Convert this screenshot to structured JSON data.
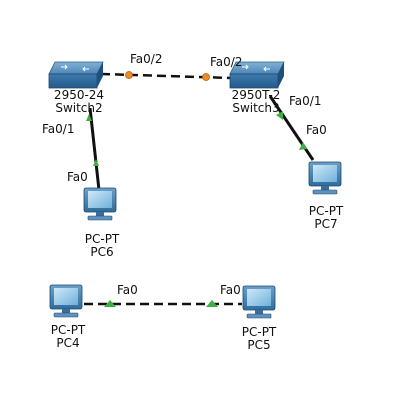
{
  "devices": {
    "switch2": {
      "model": "2950-24",
      "name": "Switch2"
    },
    "switch3": {
      "model": "2950T-2",
      "name": "Switch3"
    },
    "pc6": {
      "type": "PC-PT",
      "name": "PC6"
    },
    "pc7": {
      "type": "PC-PT",
      "name": "PC7"
    },
    "pc4": {
      "type": "PC-PT",
      "name": "PC4"
    },
    "pc5": {
      "type": "PC-PT",
      "name": "PC5"
    }
  },
  "ports": {
    "sw2_fa02": "Fa0/2",
    "sw3_fa02": "Fa0/2",
    "sw2_fa01": "Fa0/1",
    "sw3_fa01": "Fa0/1",
    "pc6_fa0": "Fa0",
    "pc7_fa0": "Fa0",
    "pc4_fa0": "Fa0",
    "pc5_fa0": "Fa0"
  },
  "link_colors": {
    "switch_link": "#f08a24",
    "pc_link": "#3cb043",
    "cable": "#111111"
  }
}
